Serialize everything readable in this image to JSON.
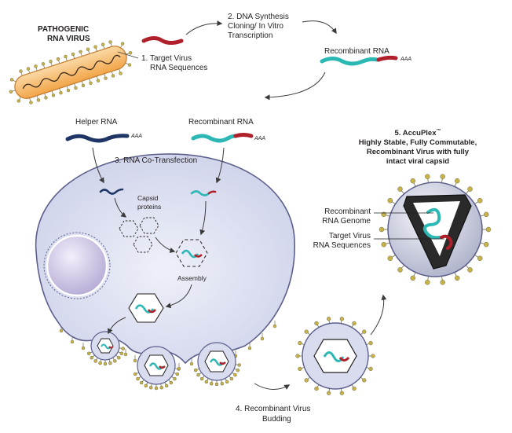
{
  "pathogen": {
    "title_line1": "PATHOGENIC",
    "title_line2": "RNA VIRUS"
  },
  "step1": {
    "line1": "1. Target Virus",
    "line2": "RNA Sequences"
  },
  "step2": {
    "line1": "2. DNA Synthesis",
    "line2": "Cloning/ In Vitro",
    "line3": "Transcription"
  },
  "recombinant_rna_top": {
    "label": "Recombinant RNA",
    "tail": "AAA"
  },
  "helper_rna": {
    "label": "Helper RNA",
    "tail": "AAA"
  },
  "recombinant_rna_mid": {
    "label": "Recombinant RNA",
    "tail": "AAA"
  },
  "step3": {
    "label": "3. RNA Co-Transfection"
  },
  "capsid_proteins": {
    "line1": "Capsid",
    "line2": "proteins"
  },
  "assembly": {
    "label": "Assembly"
  },
  "step4": {
    "line1": "4. Recombinant Virus",
    "line2": "Budding"
  },
  "step5": {
    "line1": "5. AccuPlex",
    "trademark": "™",
    "line2": "Highly Stable, Fully Commutable,",
    "line3": "Recombinant Virus with fully",
    "line4": "intact viral capsid"
  },
  "callouts": {
    "genome_line1": "Recombinant",
    "genome_line2": "RNA Genome",
    "target_line1": "Target Virus",
    "target_line2": "RNA Sequences"
  },
  "colors": {
    "teal": "#2bb8b4",
    "red": "#b0202a",
    "navy": "#1e3566",
    "cell_fill": "#dfe1f0",
    "cell_stroke": "#5c5f8c",
    "spike": "#c8b24a",
    "rod": "#f7b96a",
    "arrow": "#3a3a3a"
  }
}
